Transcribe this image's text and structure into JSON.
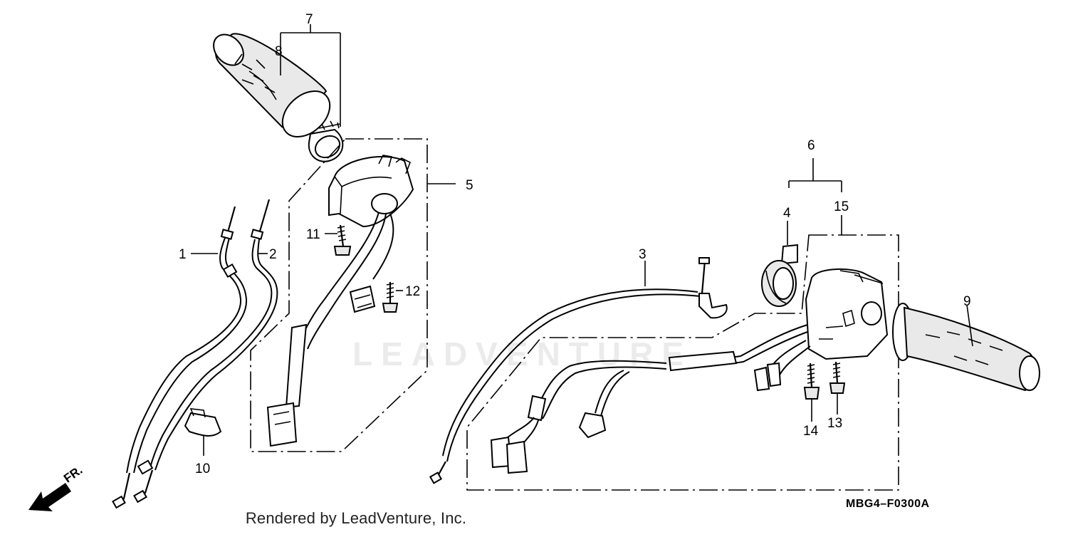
{
  "diagram": {
    "callouts": {
      "c1": "1",
      "c2": "2",
      "c3": "3",
      "c4": "4",
      "c5": "5",
      "c6": "6",
      "c7": "7",
      "c8": "8",
      "c9": "9",
      "c10": "10",
      "c11": "11",
      "c12": "12",
      "c13": "13",
      "c14": "14",
      "c15": "15"
    },
    "direction_label": "FR.",
    "drawing_code": "MBG4–F0300A",
    "watermark": "LEADVENTURE",
    "footer": "Rendered by LeadVenture, Inc."
  }
}
